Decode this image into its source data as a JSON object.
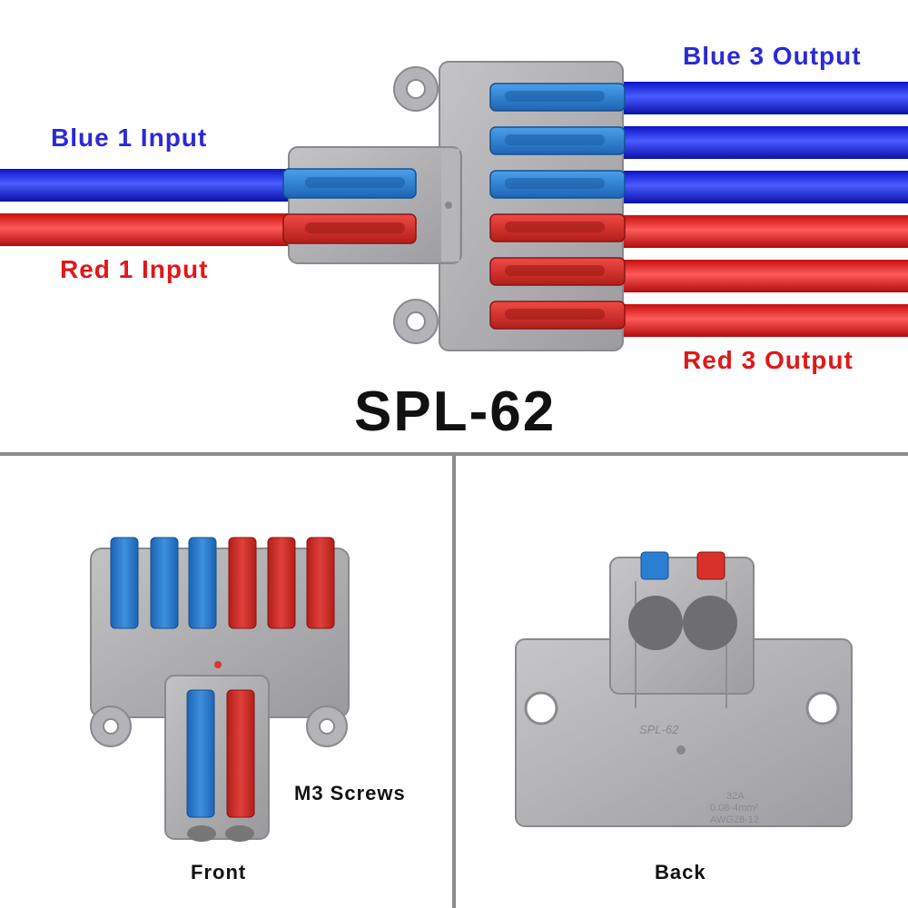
{
  "labels": {
    "blue_input": "Blue 1 Input",
    "red_input": "Red 1 Input",
    "blue_output": "Blue 3 Output",
    "red_output": "Red 3 Output",
    "model": "SPL-62",
    "screws": "M3 Screws",
    "front": "Front",
    "back": "Back"
  },
  "back_markings": {
    "brand": "SPL-62",
    "rating": "32A",
    "wire_range": "0.08-4mm²",
    "awg": "AWG28-12"
  },
  "colors": {
    "wire_blue": "#1a2be6",
    "wire_red": "#e51c1c",
    "lever_blue": "#2a7fd4",
    "lever_red": "#d8302a",
    "housing": "#a9a9ab",
    "divider": "#8c8c8c"
  }
}
